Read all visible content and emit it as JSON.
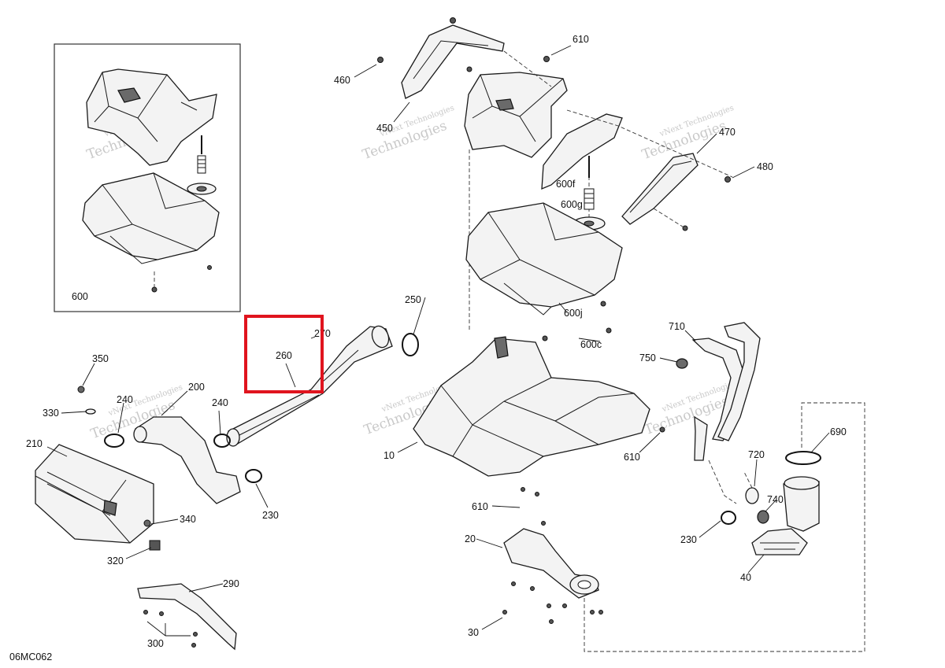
{
  "callouts": [
    {
      "id": "c-610-top",
      "label": "610"
    },
    {
      "id": "c-460",
      "label": "460"
    },
    {
      "id": "c-450",
      "label": "450"
    },
    {
      "id": "c-470",
      "label": "470"
    },
    {
      "id": "c-480",
      "label": "480"
    },
    {
      "id": "c-600f",
      "label": "600f"
    },
    {
      "id": "c-600g",
      "label": "600g"
    },
    {
      "id": "c-600j",
      "label": "600j"
    },
    {
      "id": "c-600c",
      "label": "600c"
    },
    {
      "id": "c-600-inset",
      "label": "600"
    },
    {
      "id": "c-250",
      "label": "250"
    },
    {
      "id": "c-270",
      "label": "270"
    },
    {
      "id": "c-260",
      "label": "260"
    },
    {
      "id": "c-350",
      "label": "350"
    },
    {
      "id": "c-200",
      "label": "200"
    },
    {
      "id": "c-240-a",
      "label": "240"
    },
    {
      "id": "c-240-b",
      "label": "240"
    },
    {
      "id": "c-330",
      "label": "330"
    },
    {
      "id": "c-210",
      "label": "210"
    },
    {
      "id": "c-230-a",
      "label": "230"
    },
    {
      "id": "c-340",
      "label": "340"
    },
    {
      "id": "c-320",
      "label": "320"
    },
    {
      "id": "c-290",
      "label": "290"
    },
    {
      "id": "c-300",
      "label": "300"
    },
    {
      "id": "c-10",
      "label": "10"
    },
    {
      "id": "c-610-mid",
      "label": "610"
    },
    {
      "id": "c-610-low",
      "label": "610"
    },
    {
      "id": "c-20",
      "label": "20"
    },
    {
      "id": "c-30",
      "label": "30"
    },
    {
      "id": "c-710",
      "label": "710"
    },
    {
      "id": "c-750",
      "label": "750"
    },
    {
      "id": "c-690",
      "label": "690"
    },
    {
      "id": "c-720",
      "label": "720"
    },
    {
      "id": "c-740",
      "label": "740"
    },
    {
      "id": "c-230-b",
      "label": "230"
    },
    {
      "id": "c-40",
      "label": "40"
    }
  ],
  "diagram_code": "06MC062",
  "watermark": {
    "line1": "vNext Technologies",
    "line2": "Technologies"
  },
  "highlight_color": "#e0141e"
}
